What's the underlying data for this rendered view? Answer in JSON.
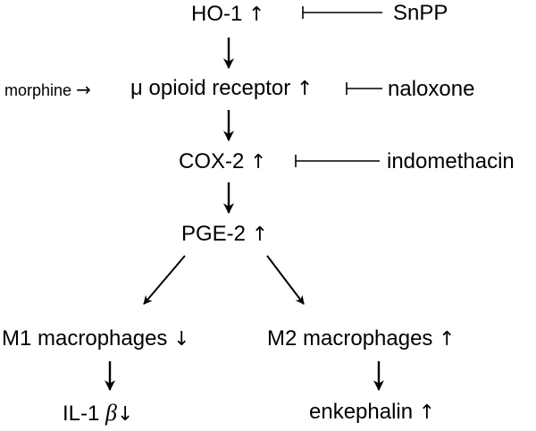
{
  "nodes": {
    "ho1": {
      "label": "HO-1",
      "arrow": "↑"
    },
    "snpp": {
      "label": "SnPP"
    },
    "morphine": {
      "label": "morphine",
      "arrow": "→"
    },
    "mu_receptor": {
      "label": "μ opioid receptor",
      "arrow": "↑"
    },
    "naloxone": {
      "label": "naloxone"
    },
    "cox2": {
      "label": "COX-2",
      "arrow": "↑"
    },
    "indomethacin": {
      "label": "indomethacin"
    },
    "pge2": {
      "label": "PGE-2",
      "arrow": "↑"
    },
    "m1": {
      "label": "M1 macrophages",
      "arrow": "↓"
    },
    "m2": {
      "label": "M2 macrophages",
      "arrow": "↑"
    },
    "il1b": {
      "label": "IL-1",
      "greek": "β",
      "arrow": "↓"
    },
    "enkephalin": {
      "label": "enkephalin",
      "arrow": "↑"
    }
  }
}
